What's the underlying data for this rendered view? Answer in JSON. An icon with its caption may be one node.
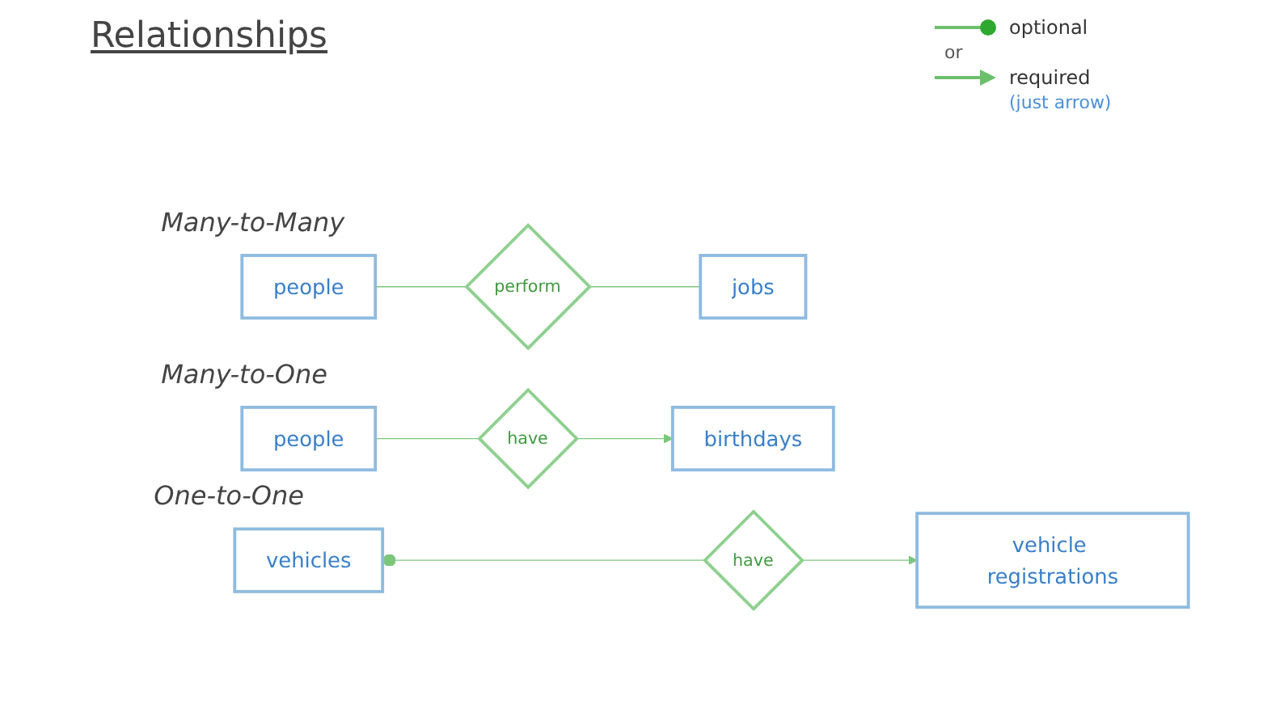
{
  "diagram": {
    "title": "Relationships",
    "nodes": [
      {
        "text": [
          "people"
        ]
      },
      {
        "text": [
          "perform"
        ]
      },
      {
        "text": [
          "jobs"
        ]
      },
      {
        "text": [
          "people"
        ]
      },
      {
        "text": [
          "have"
        ]
      },
      {
        "text": [
          "birthdays"
        ]
      },
      {
        "text": [
          "vehicles"
        ]
      },
      {
        "text": [
          "have"
        ]
      },
      {
        "text": [
          "vehicle registrations"
        ]
      }
    ],
    "edges": [
      {
        "from": 0,
        "to": 1,
        "arrow": "none"
      },
      {
        "from": 1,
        "to": 2,
        "arrow": "none"
      },
      {
        "from": 3,
        "to": 4,
        "arrow": "none"
      },
      {
        "from": 4,
        "to": 5,
        "arrow": "to"
      },
      {
        "from": 6,
        "to": 7,
        "arrow": "other"
      },
      {
        "from": 7,
        "to": 8,
        "arrow": "to"
      }
    ],
    "labels": [
      "Many-to-Many",
      "Many-to-One",
      "One-to-One",
      "or",
      "(just arrow)"
    ],
    "legend": [
      {
        "text": "optional"
      },
      {
        "text": "required"
      }
    ]
  }
}
